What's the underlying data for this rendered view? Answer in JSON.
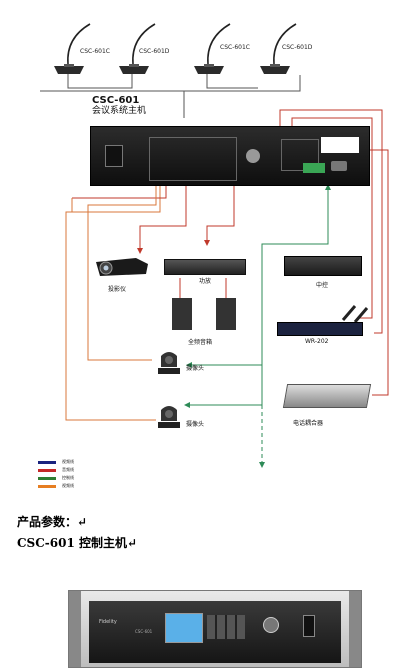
{
  "mics": [
    "CSC-601C",
    "CSC-601D",
    "CSC-601C",
    "CSC-601D"
  ],
  "host": {
    "model": "CSC-601",
    "name": "会议系统主机"
  },
  "devices": {
    "projector": "投影仪",
    "amplifier": "功放",
    "speakers": "全频音箱",
    "camera1": "摄像头",
    "camera2": "摄像头",
    "central_control": "中控",
    "wireless": "WR-202",
    "phone_coupler": "电话耦合器"
  },
  "legend": [
    {
      "label": "视频线",
      "color": "#1a237e"
    },
    {
      "label": "音频线",
      "color": "#c62828"
    },
    {
      "label": "控制线",
      "color": "#2e7d32"
    },
    {
      "label": "视频线",
      "color": "#e67e22"
    }
  ],
  "colors": {
    "video": "#1a237e",
    "audio": "#c0392b",
    "control": "#2e8b57",
    "camera": "#d9773b"
  },
  "params": {
    "heading": "产品参数：↵",
    "subheading": "CSC-601 控制主机↵"
  },
  "front_panel": {
    "brand": "Fidelity",
    "model": "CSC-601"
  }
}
